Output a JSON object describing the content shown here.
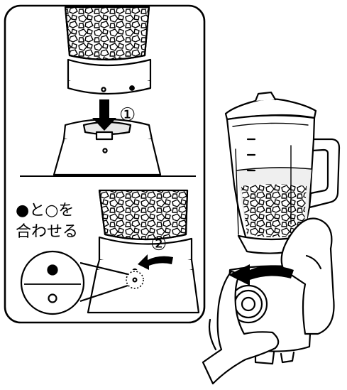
{
  "caption": {
    "line1": "●と○を",
    "line2": "合わせる"
  },
  "step_markers": {
    "step1": "①",
    "step2": "②"
  },
  "colors": {
    "ink": "#000000",
    "paper": "#ffffff",
    "water": "#efefef"
  },
  "icons": [
    "down-arrow-icon",
    "curved-arrow-icon"
  ]
}
